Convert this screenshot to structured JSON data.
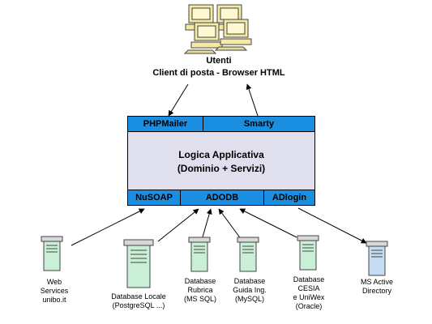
{
  "users": {
    "title": "Utenti",
    "subtitle": "Client di posta - Browser HTML"
  },
  "app": {
    "top_modules": [
      "PHPMailer",
      "Smarty"
    ],
    "title_line1": "Logica Applicativa",
    "title_line2": "(Dominio + Servizi)",
    "bottom_modules": [
      "NuSOAP",
      "ADODB",
      "ADlogin"
    ]
  },
  "sources": [
    {
      "lines": [
        "Web",
        "Services",
        "unibo.it"
      ]
    },
    {
      "lines": [
        "Database Locale",
        "(PostgreSQL ...)"
      ]
    },
    {
      "lines": [
        "Database",
        "Rubrica",
        "(MS SQL)"
      ]
    },
    {
      "lines": [
        "Database",
        "Guida Ing.",
        "(MySQL)"
      ]
    },
    {
      "lines": [
        "Database",
        "CESIA",
        "e UniWex",
        "(Oracle)"
      ]
    },
    {
      "lines": [
        "MS Active",
        "Directory"
      ]
    }
  ],
  "colors": {
    "module_bar": "#1a8ee0",
    "core_fill": "#e0dfee",
    "server_fill": "#c9f0d6",
    "server_ad_fill": "#c5dcf2"
  }
}
